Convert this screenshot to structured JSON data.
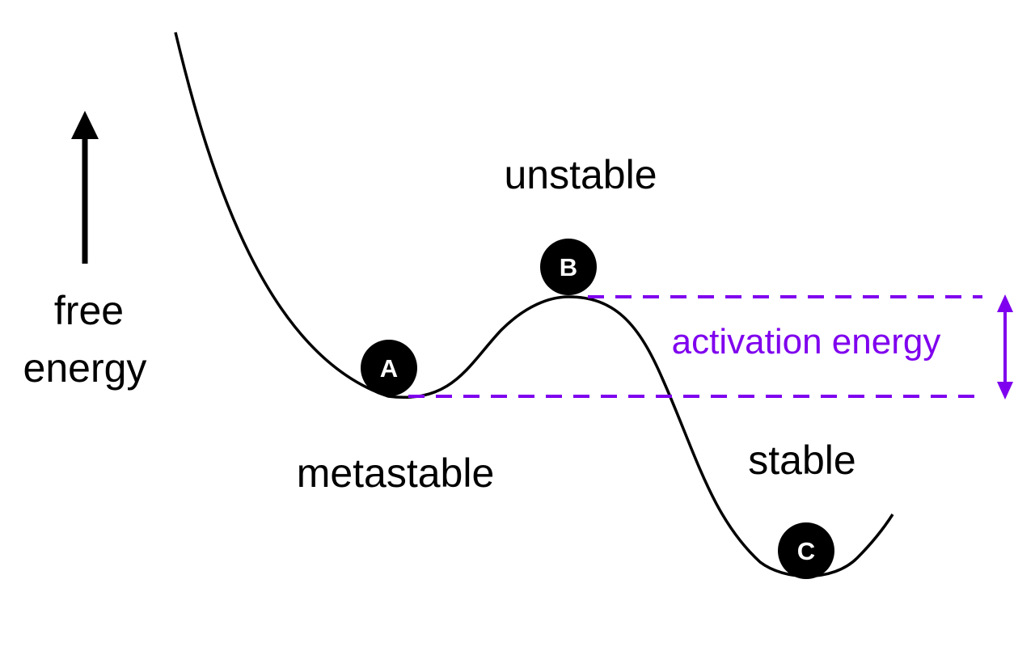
{
  "axis": {
    "label_line1": "free",
    "label_line2": "energy"
  },
  "states": {
    "unstable": "unstable",
    "metastable": "metastable",
    "stable": "stable"
  },
  "nodes": {
    "a": "A",
    "b": "B",
    "c": "C"
  },
  "activation": {
    "label": "activation energy"
  },
  "colors": {
    "curve": "#000000",
    "accent": "#7f00ee",
    "node_fill": "#000000",
    "node_text": "#ffffff"
  }
}
